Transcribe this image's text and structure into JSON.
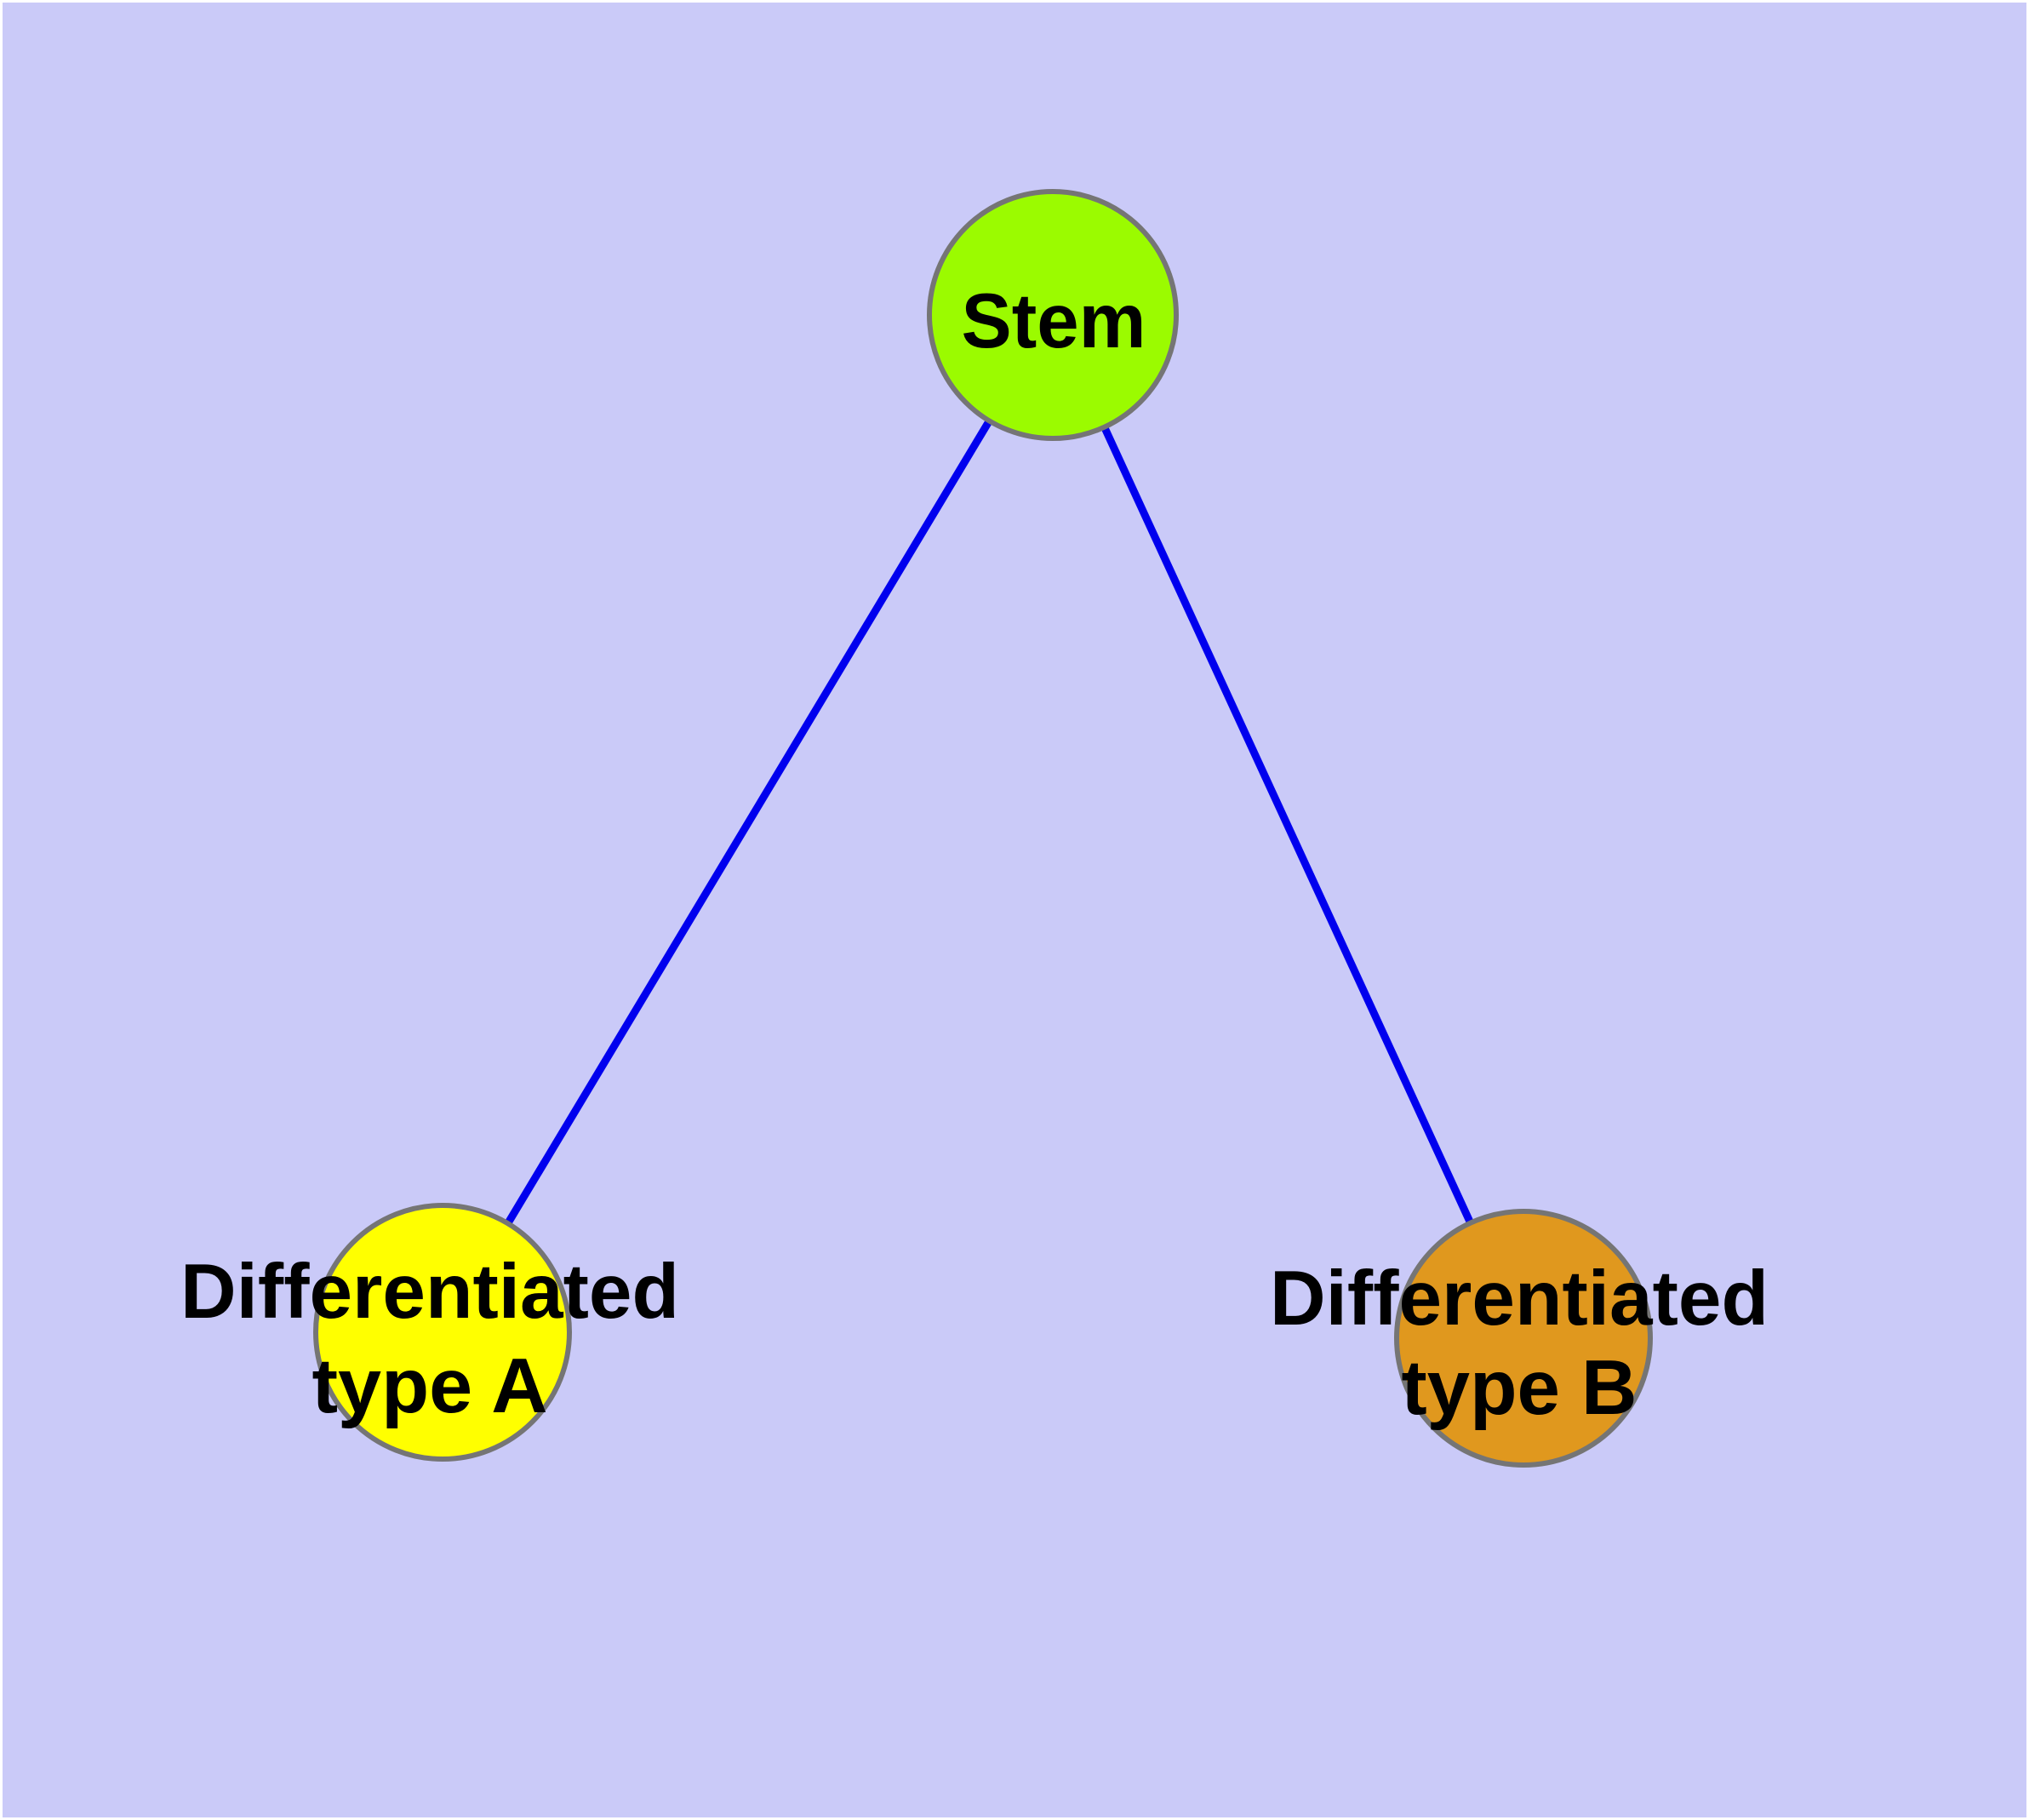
{
  "diagram": {
    "background_color": "#cacaf8",
    "frame_color": "#ffffff",
    "edge_color": "#0000ee",
    "node_border_color": "#757575",
    "text_color": "#000000",
    "nodes": {
      "stem": {
        "label": "Stem",
        "color": "#9bfb00"
      },
      "type_a": {
        "label_line1": "Differentiated",
        "label_line2": "type A",
        "label_full": "Differentiated type A",
        "color": "#ffff00"
      },
      "type_b": {
        "label_line1": "Differentiated",
        "label_line2": "type B",
        "label_full": "Differentiated type B",
        "color": "#e0981e"
      }
    },
    "edges": [
      {
        "from": "Stem",
        "to": "Differentiated type A"
      },
      {
        "from": "Stem",
        "to": "Differentiated type B"
      }
    ]
  }
}
